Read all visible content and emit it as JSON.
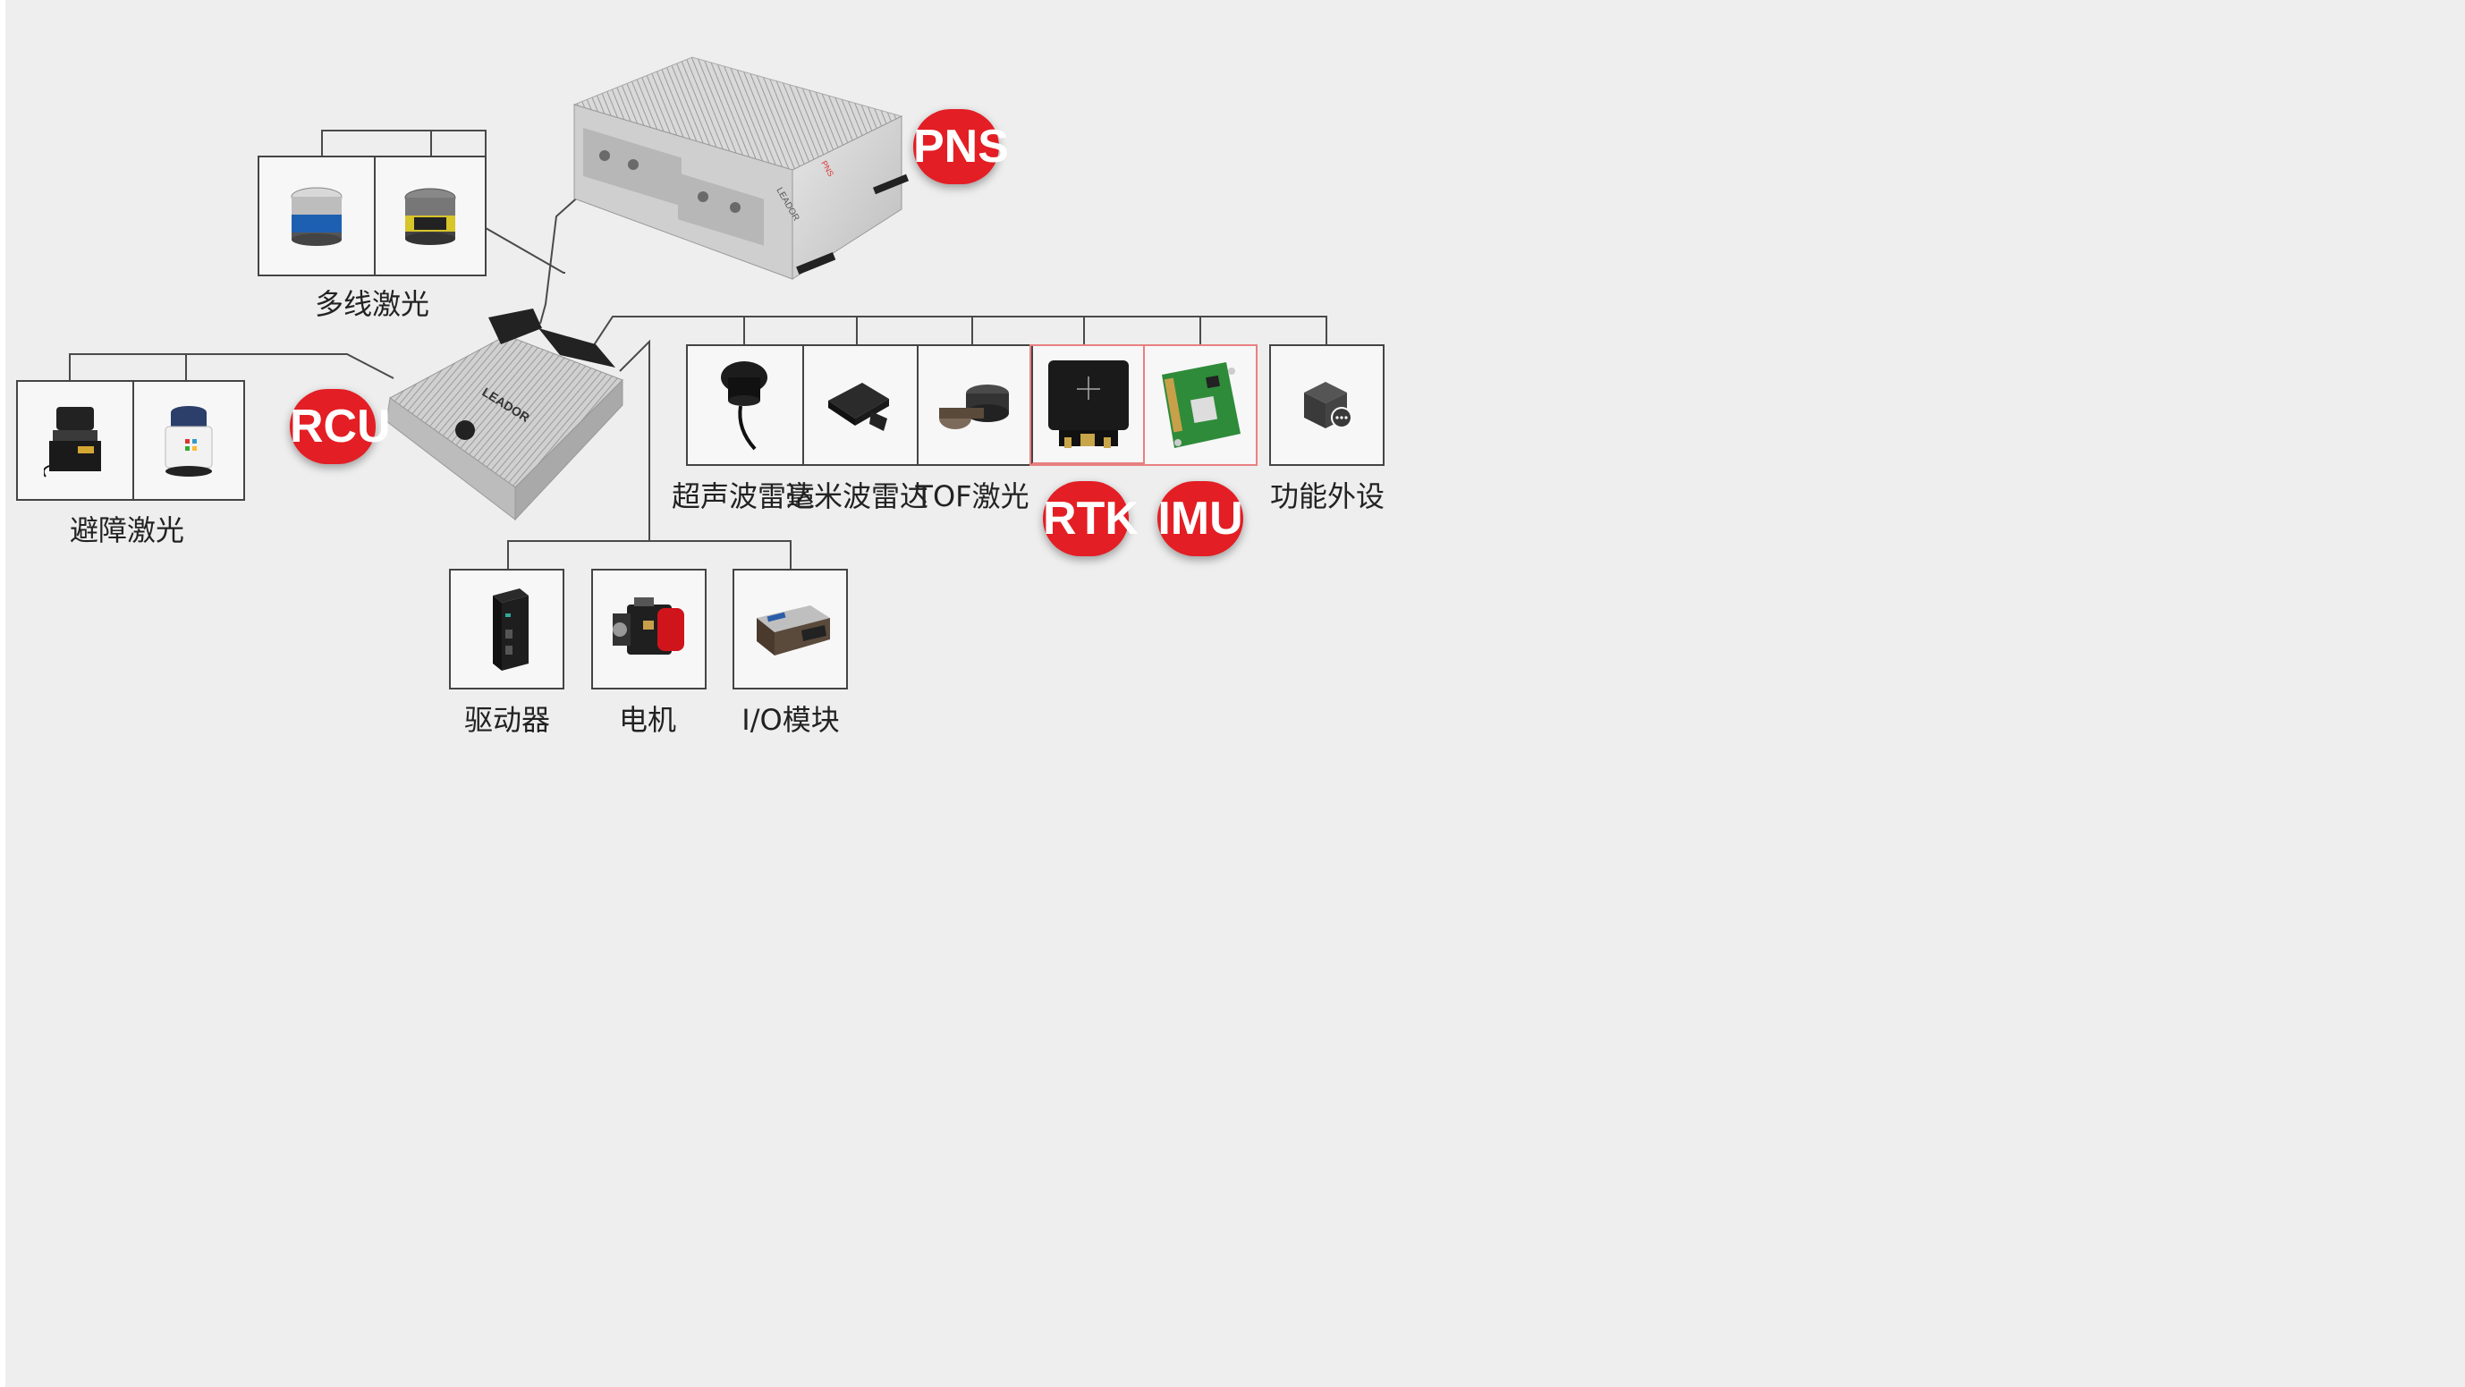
{
  "badges": {
    "pns": "PNS",
    "rcu": "RCU",
    "rtk": "RTK",
    "imu": "IMU"
  },
  "devices": {
    "pns_brand": "LEADOR",
    "pns_model": "PNS",
    "rcu_brand": "LEADOR"
  },
  "groups": {
    "multi_line_lidar": "多线激光",
    "obstacle_lidar": "避障激光",
    "ultrasonic_radar": "超声波雷达",
    "mmwave_radar": "毫米波雷达",
    "tof_lidar": "TOF激光",
    "function_peripheral": "功能外设",
    "driver": "驱动器",
    "motor": "电机",
    "io_module": "I/O模块"
  },
  "colors": {
    "background": "#eeeeee",
    "badge_red": "#e31e24",
    "highlight_border": "#e88080",
    "wire": "#4a4a4a"
  }
}
